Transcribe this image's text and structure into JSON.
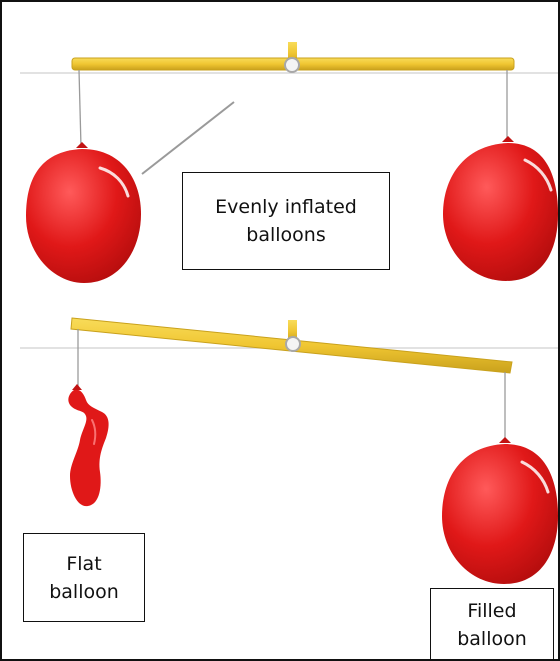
{
  "labels": {
    "top": [
      "Evenly inflated",
      "balloons"
    ],
    "flat": [
      "Flat",
      "balloon"
    ],
    "filled": [
      "Filled",
      "balloon"
    ]
  },
  "colors": {
    "balloon": "#e01818",
    "balloon_highlight": "#ff9a9a",
    "beam": "#f0c632",
    "beam_edge": "#c9a11c",
    "string": "#8a8a8a",
    "guide_line": "#d7d7d7"
  }
}
